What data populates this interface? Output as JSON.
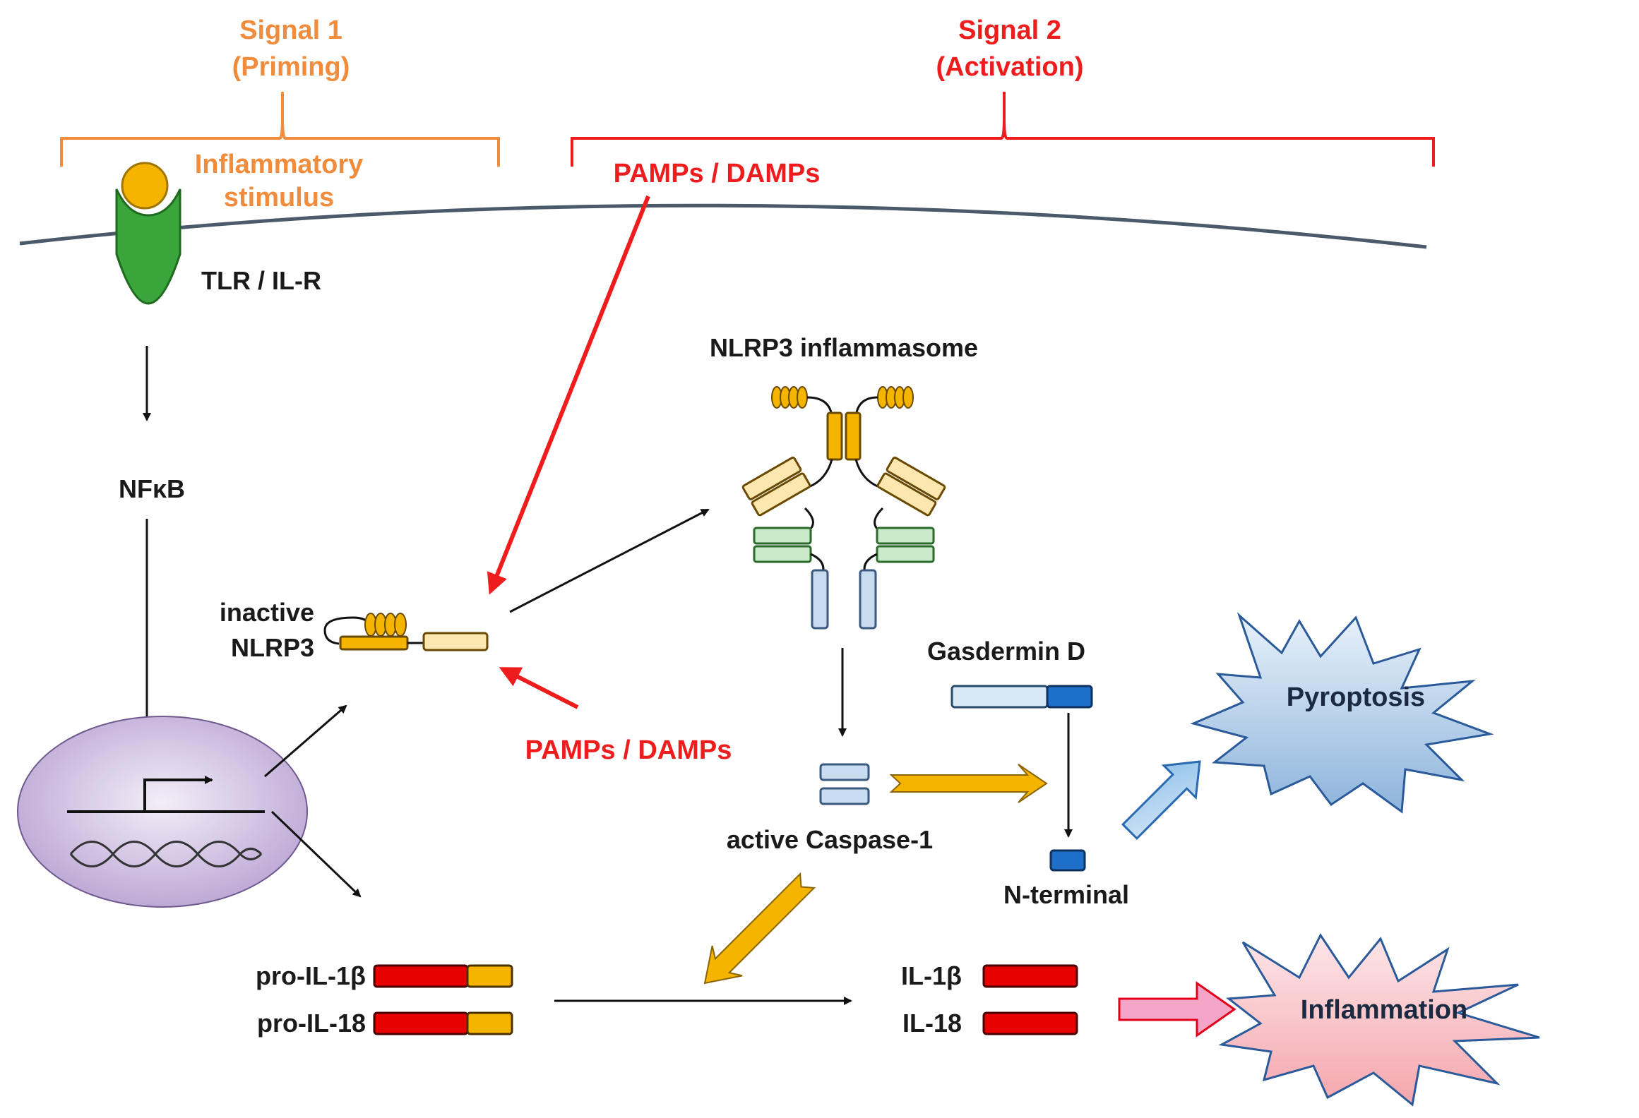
{
  "signal1": {
    "title": "Signal 1",
    "subtitle": "(Priming)"
  },
  "signal2": {
    "title": "Signal 2",
    "subtitle": "(Activation)"
  },
  "stimulus": {
    "line1": "Inflammatory",
    "line2": "stimulus"
  },
  "receptor": "TLR / IL-R",
  "nfkb": "NFκB",
  "pamps_top": "PAMPs / DAMPs",
  "pamps_bottom": "PAMPs / DAMPs",
  "inactive_nlrp3": {
    "line1": "inactive",
    "line2": "NLRP3"
  },
  "inflammasome": "NLRP3 inflammasome",
  "gasdermin": "Gasdermin D",
  "caspase": "active Caspase-1",
  "nterminal": "N-terminal",
  "pro_il1b": "pro-IL-1β",
  "pro_il18": "pro-IL-18",
  "il1b": "IL-1β",
  "il18": "IL-18",
  "pyroptosis": "Pyroptosis",
  "inflammation": "Inflammation",
  "colors": {
    "signal1": "#f08c3c",
    "signal2": "#ee1c1c",
    "cytokine": "#e60000",
    "prodomain": "#f5b400",
    "gasdermin_light": "#d8e9f5",
    "gasdermin_dark": "#1e6fc8",
    "nucleus": "#d7c9e6",
    "receptor": "#3aa53a"
  }
}
